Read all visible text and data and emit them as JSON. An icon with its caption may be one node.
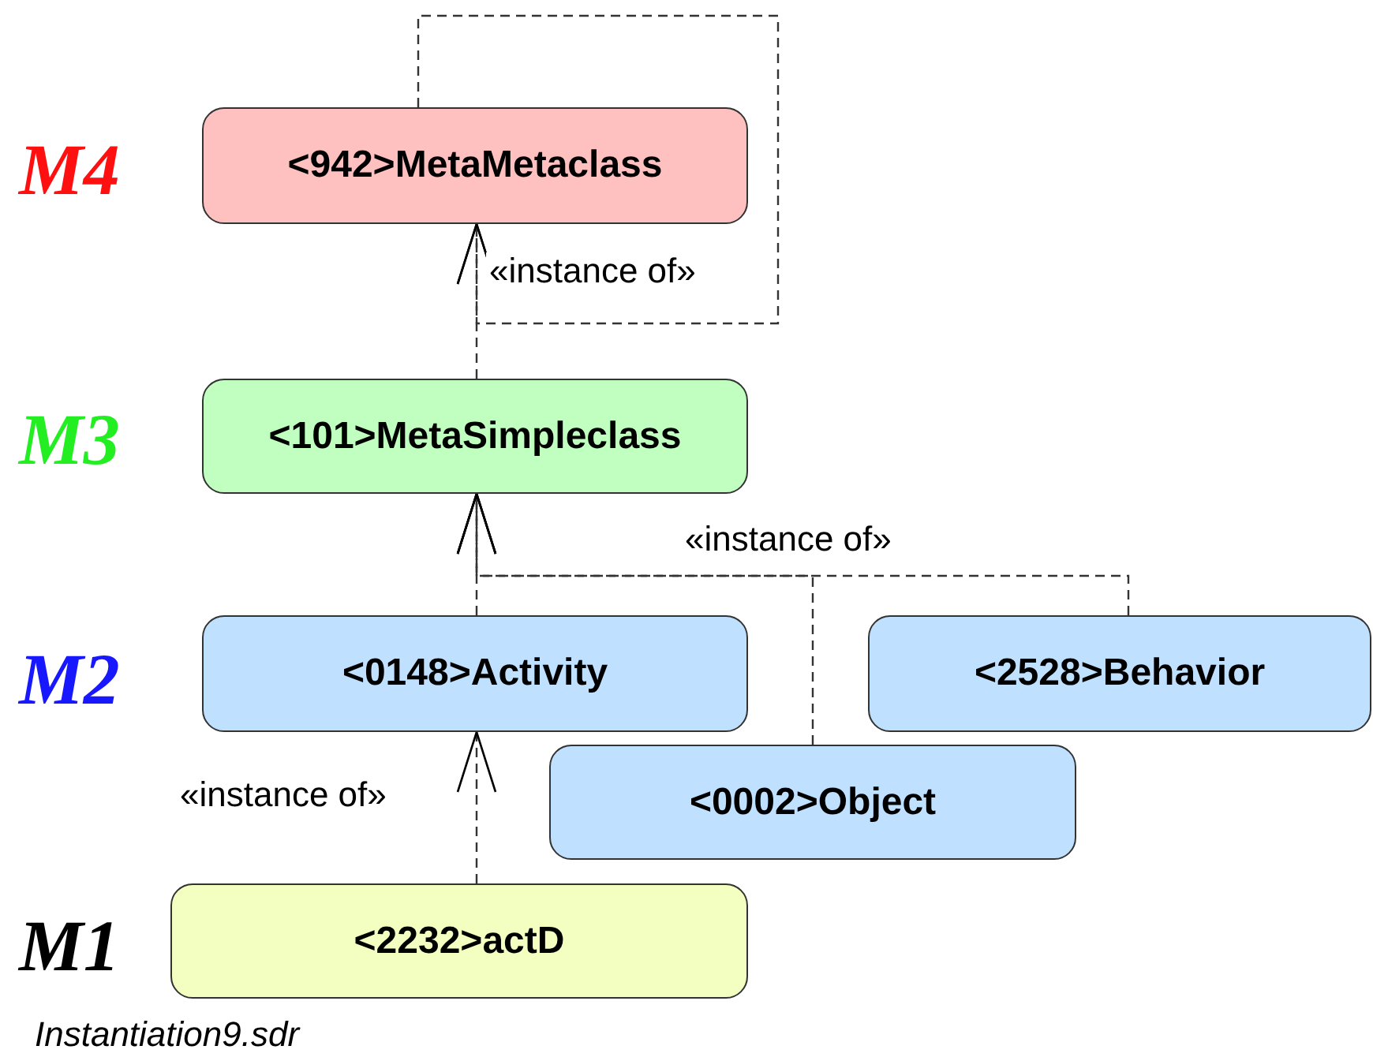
{
  "diagram": {
    "caption": "Instantiation9.sdr",
    "nodes": [
      {
        "text": [
          "<942>MetaMetaclass"
        ]
      },
      {
        "text": [
          "<101>MetaSimpleclass"
        ]
      },
      {
        "text": [
          "<0148>Activity"
        ]
      },
      {
        "text": [
          "<2528>Behavior"
        ]
      },
      {
        "text": [
          "<0002>Object"
        ]
      },
      {
        "text": [
          "<2232>actD"
        ]
      }
    ],
    "edges": [
      {
        "from": 0,
        "to": 0,
        "arrow": "to",
        "style": "dashed",
        "label": "«instance of»"
      },
      {
        "from": 1,
        "to": 0,
        "arrow": "to",
        "style": "dashed"
      },
      {
        "from": 2,
        "to": 1,
        "arrow": "to",
        "style": "dashed"
      },
      {
        "from": 4,
        "to": 1,
        "arrow": "to",
        "style": "dashed"
      },
      {
        "from": 3,
        "to": 1,
        "arrow": "to",
        "style": "dashed",
        "label": "«instance of»"
      },
      {
        "from": 5,
        "to": 2,
        "arrow": "to",
        "style": "dashed",
        "label": "«instance of»"
      }
    ],
    "labels": [
      "M4",
      "M3",
      "M2",
      "M1"
    ]
  }
}
